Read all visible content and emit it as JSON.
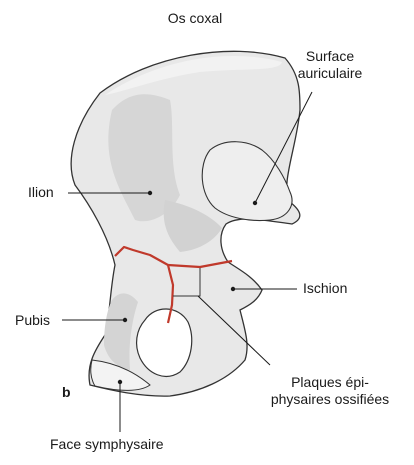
{
  "figure": {
    "title": "Os coxal",
    "panel_letter": "b",
    "labels": {
      "surface_auriculaire_line1": "Surface",
      "surface_auriculaire_line2": "auriculaire",
      "ilion": "Ilion",
      "ischion": "Ischion",
      "pubis": "Pubis",
      "plaques_line1": "Plaques épi-",
      "plaques_line2": "physaires ossifiées",
      "face_symphysaire": "Face symphysaire"
    },
    "colors": {
      "bone_fill": "#e8e8e8",
      "bone_shadow": "#d2d2d2",
      "bone_light": "#f3f3f3",
      "outline": "#333333",
      "epiphyseal_plate": "#c0392b",
      "leader_line": "#1a1a1a"
    }
  }
}
